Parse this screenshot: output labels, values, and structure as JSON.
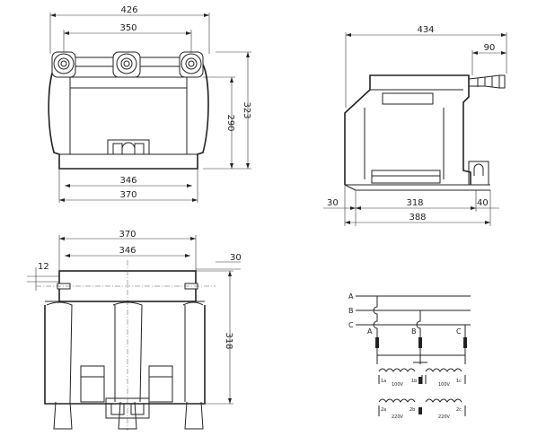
{
  "front_view": {
    "dims": {
      "overall_width": "426",
      "bushing_span": "350",
      "body_height": "290",
      "overall_height": "323",
      "base_inner": "346",
      "base_outer": "370"
    }
  },
  "side_view": {
    "dims": {
      "overall_length": "434",
      "bushing_offset": "90",
      "left_overhang": "30",
      "mounting": "318",
      "right_overhang": "40",
      "base_length": "388"
    }
  },
  "top_view": {
    "dims": {
      "outer_width": "370",
      "inner_width": "346",
      "slot": "12",
      "edge_offset": "30",
      "depth": "318"
    }
  },
  "wiring_diagram": {
    "bus_labels": [
      "A",
      "B",
      "C"
    ],
    "terminal_labels": [
      "A",
      "B",
      "C"
    ],
    "primary_row": [
      "1a",
      "1b",
      "1c"
    ],
    "primary_voltage": "100V",
    "secondary_row": [
      "2a",
      "2b",
      "2c"
    ],
    "secondary_voltage": "220V"
  }
}
